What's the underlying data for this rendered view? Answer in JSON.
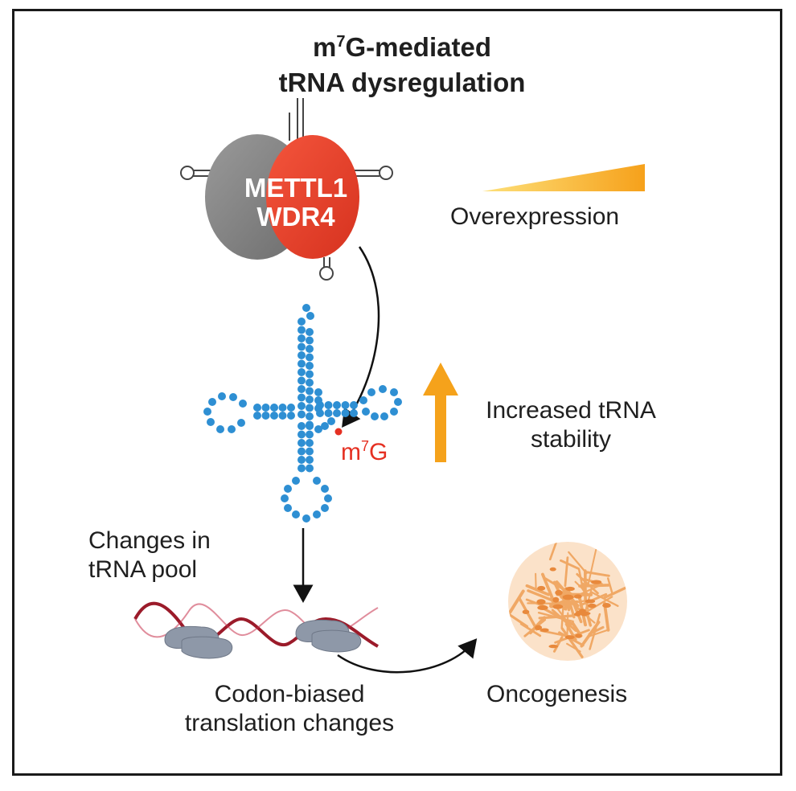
{
  "title": {
    "line1_pre": "m",
    "line1_sup": "7",
    "line1_post": "G-mediated",
    "line2": "tRNA dysregulation"
  },
  "complex": {
    "protein1": "METTL1",
    "protein2": "WDR4"
  },
  "overexpression_label": "Overexpression",
  "modification": {
    "pre": "m",
    "sup": "7",
    "post": "G"
  },
  "stability_label": {
    "line1": "Increased tRNA",
    "line2": "stability"
  },
  "pool_label": {
    "line1": "Changes in",
    "line2": "tRNA pool"
  },
  "translation_label": {
    "line1": "Codon-biased",
    "line2": "translation changes"
  },
  "outcome_label": "Oncogenesis",
  "colors": {
    "gray_subunit": "#8c8c8c",
    "red_subunit": "#ee4a33",
    "trna_bead": "#2e8fd3",
    "m7g_mark": "#e53022",
    "arrow_orange": "#f5a21b",
    "mrna": "#9b1b2a",
    "ribosome": "#8e98a8",
    "tumor": "#f2b27c"
  }
}
